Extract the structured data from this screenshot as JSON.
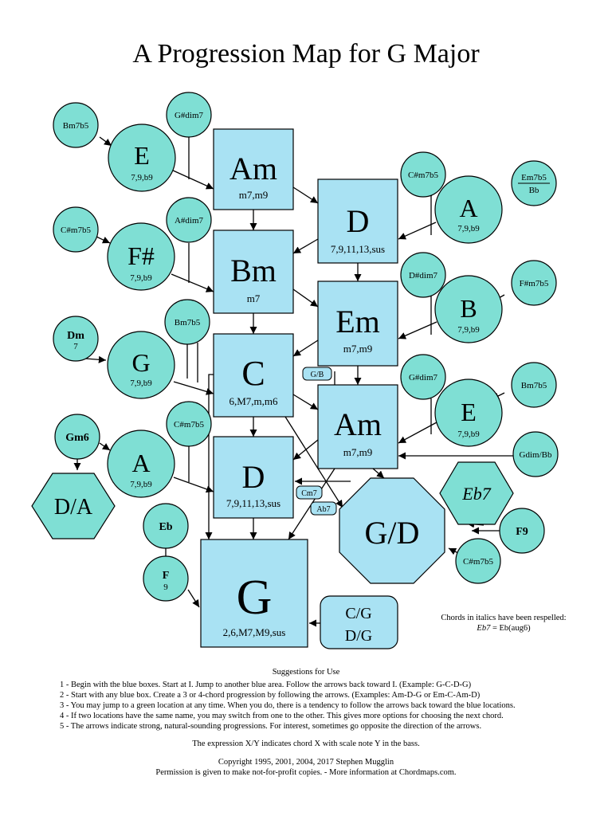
{
  "title": "A Progression Map for G Major",
  "blue_boxes": [
    {
      "id": "Am-top",
      "name": "Am",
      "ext": "m7,m9"
    },
    {
      "id": "D-top",
      "name": "D",
      "ext": "7,9,11,13,sus"
    },
    {
      "id": "Bm",
      "name": "Bm",
      "ext": "m7"
    },
    {
      "id": "Em",
      "name": "Em",
      "ext": "m7,m9"
    },
    {
      "id": "C",
      "name": "C",
      "ext": "6,M7,m,m6"
    },
    {
      "id": "Am-mid",
      "name": "Am",
      "ext": "m7,m9"
    },
    {
      "id": "D-bottom",
      "name": "D",
      "ext": "7,9,11,13,sus"
    },
    {
      "id": "G",
      "name": "G",
      "ext": "2,6,M7,M9,sus"
    }
  ],
  "large_circles": [
    {
      "id": "E-left",
      "name": "E",
      "ext": "7,9,b9"
    },
    {
      "id": "Fsharp",
      "name": "F#",
      "ext": "7,9,b9"
    },
    {
      "id": "G-left",
      "name": "G",
      "ext": "7,9,b9"
    },
    {
      "id": "A-left",
      "name": "A",
      "ext": "7,9,b9"
    },
    {
      "id": "A-right",
      "name": "A",
      "ext": "7,9,b9"
    },
    {
      "id": "B-right",
      "name": "B",
      "ext": "7,9,b9"
    },
    {
      "id": "E-right",
      "name": "E",
      "ext": "7,9,b9"
    }
  ],
  "small_circles": [
    {
      "id": "Bm7b5-a",
      "label": "Bm7b5"
    },
    {
      "id": "Gsharpdim7-a",
      "label": "G#dim7"
    },
    {
      "id": "Csharpm7b5-a",
      "label": "C#m7b5"
    },
    {
      "id": "Asharpdim7",
      "label": "A#dim7"
    },
    {
      "id": "Bm7b5-b",
      "label": "Bm7b5"
    },
    {
      "id": "Csharpm7b5-b",
      "label": "C#m7b5"
    },
    {
      "id": "Csharpm7b5-c",
      "label": "C#m7b5"
    },
    {
      "id": "Dsharpdim7",
      "label": "D#dim7"
    },
    {
      "id": "Fsharpm7b5",
      "label": "F#m7b5"
    },
    {
      "id": "Gsharpdim7-b",
      "label": "G#dim7"
    },
    {
      "id": "Bm7b5-c",
      "label": "Bm7b5"
    },
    {
      "id": "Gdim-Bb",
      "label": "Gdim/Bb"
    },
    {
      "id": "Csharpm7b5-d",
      "label": "C#m7b5"
    }
  ],
  "em7b5": {
    "top": "Em7b5",
    "bottom": "Bb"
  },
  "dm7": {
    "top": "Dm",
    "bottom": "7"
  },
  "gm6": {
    "label": "Gm6"
  },
  "eb": {
    "label": "Eb"
  },
  "f9small": {
    "top": "F",
    "bottom": "9"
  },
  "f9": {
    "label": "F9"
  },
  "d_a": {
    "label": "D/A"
  },
  "eb7": {
    "label": "Eb7"
  },
  "g_d": {
    "label": "G/D"
  },
  "slash_box": {
    "line1": "C/G",
    "line2": "D/G"
  },
  "tags": {
    "g_b": "G/B",
    "cm7": "Cm7",
    "ab7": "Ab7"
  },
  "respelled_note": {
    "line1": "Chords in italics have been respelled:",
    "italic": "Eb7",
    "rest": " = Eb(aug6)"
  },
  "suggestions": {
    "heading": "Suggestions for Use",
    "items": [
      "1 - Begin with the blue boxes. Start at I. Jump to another blue area. Follow the arrows back toward I. (Example: G-C-D-G)",
      "2 - Start with any blue box. Create a 3 or 4-chord progression by following the arrows. (Examples: Am-D-G or Em-C-Am-D)",
      "3 - You may jump to a green location at any time. When you do, there is a tendency to follow the arrows back toward the blue locations.",
      "4 - If two locations have the same name, you may switch from one to the other. This gives more options for choosing the next chord.",
      "5 - The arrows indicate strong, natural-sounding progressions. For interest, sometimes go opposite the direction of the arrows."
    ],
    "expression": "The expression X/Y indicates chord X with scale note Y in the bass."
  },
  "copyright": {
    "line1": "Copyright 1995, 2001, 2004, 2017 Stephen Mugglin",
    "line2": "Permission is given to make not-for-profit copies. - More information at Chordmaps.com."
  },
  "colors": {
    "box_fill": "#a9e2f3",
    "circle_fill": "#7fdfd4",
    "stroke": "#000000"
  }
}
